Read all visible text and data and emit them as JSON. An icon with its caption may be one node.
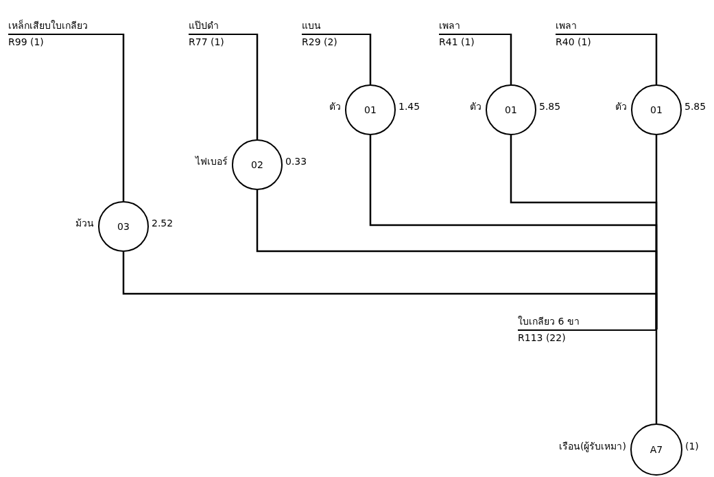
{
  "diagram": {
    "nodes": [
      {
        "text": [
          "เหล็กเสียบใบเกลียว",
          "R99 (1)"
        ]
      },
      {
        "text": [
          "แป๊ปดำ",
          "R77 (1)"
        ]
      },
      {
        "text": [
          "แบน",
          "R29 (2)"
        ]
      },
      {
        "text": [
          "เพลา",
          "R41 (1)"
        ]
      },
      {
        "text": [
          "เพลา",
          "R40 (1)"
        ]
      },
      {
        "text": [
          "03"
        ],
        "beside": [
          "ม้วน",
          "2.52"
        ]
      },
      {
        "text": [
          "02"
        ],
        "beside": [
          "ไฟเบอร์",
          "0.33"
        ]
      },
      {
        "text": [
          "01"
        ],
        "beside": [
          "ตัว",
          "1.45"
        ]
      },
      {
        "text": [
          "01"
        ],
        "beside": [
          "ตัว",
          "5.85"
        ]
      },
      {
        "text": [
          "01"
        ],
        "beside": [
          "ตัว",
          "5.85"
        ]
      },
      {
        "text": [
          "ใบเกลียว 6 ขา",
          "R113 (22)"
        ]
      },
      {
        "text": [
          "A7"
        ],
        "beside": [
          "เรือน(ผู้รับเหมา)",
          "(1)"
        ]
      }
    ],
    "edges": [
      {
        "from": 0,
        "to": 5,
        "arrow": "none"
      },
      {
        "from": 1,
        "to": 6,
        "arrow": "none"
      },
      {
        "from": 2,
        "to": 7,
        "arrow": "none"
      },
      {
        "from": 3,
        "to": 8,
        "arrow": "none"
      },
      {
        "from": 4,
        "to": 9,
        "arrow": "none"
      },
      {
        "from": 5,
        "to": 10,
        "arrow": "none"
      },
      {
        "from": 6,
        "to": 10,
        "arrow": "none"
      },
      {
        "from": 7,
        "to": 10,
        "arrow": "none"
      },
      {
        "from": 8,
        "to": 10,
        "arrow": "none"
      },
      {
        "from": 9,
        "to": 10,
        "arrow": "none"
      },
      {
        "from": 10,
        "to": 11,
        "arrow": "none"
      }
    ]
  }
}
